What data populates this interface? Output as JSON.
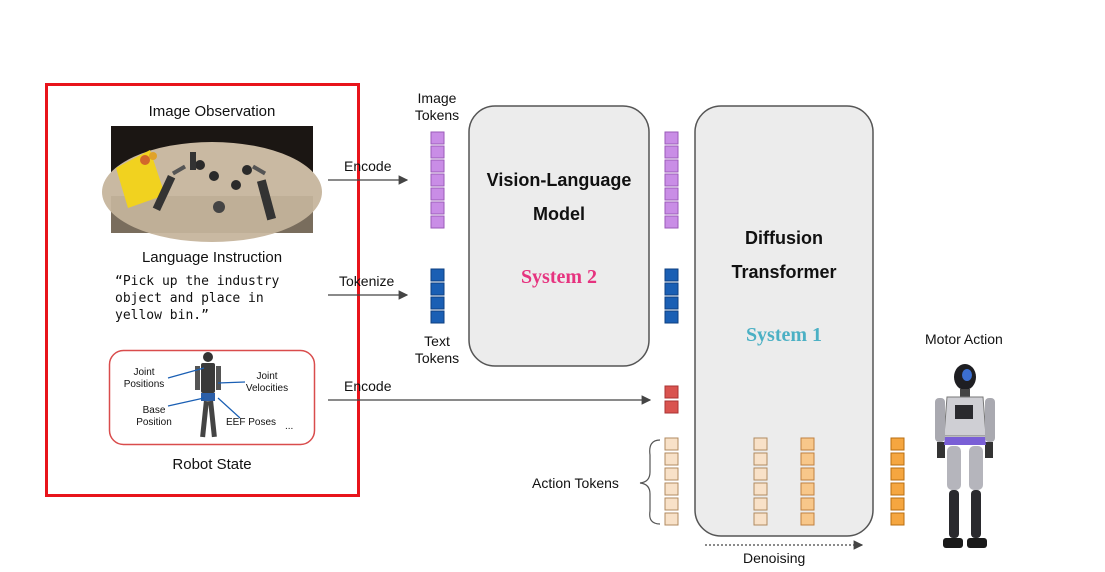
{
  "left_panel": {
    "image_title": "Image Observation",
    "language_title": "Language Instruction",
    "instruction_text": "“Pick up the industry\nobject and place in\nyellow bin.”",
    "robot_state_title": "Robot State",
    "state_labels": {
      "joint_positions": "Joint\nPositions",
      "joint_velocities": "Joint\nVelocities",
      "base_position": "Base\nPosition",
      "eef_poses": "EEF Poses",
      "ellipsis": "..."
    }
  },
  "arrows": {
    "encode_image": "Encode",
    "tokenize": "Tokenize",
    "encode_state": "Encode"
  },
  "tokens": {
    "image_tokens": "Image\nTokens",
    "text_tokens": "Text\nTokens",
    "action_tokens": "Action Tokens"
  },
  "vlm": {
    "title": "Vision-Language\nModel",
    "system": "System 2"
  },
  "dit": {
    "title": "Diffusion\nTransformer",
    "system": "System 1"
  },
  "denoising": "Denoising",
  "motor_action": "Motor Action",
  "colors": {
    "highlight": "#e8141b",
    "image_token": "#c98de6",
    "text_token": "#1a5fb4",
    "state_token": "#d9534f",
    "action_light": "#f8e1c8",
    "action_orange": "#f5a640",
    "system2": "#e6337f",
    "system1": "#4bb0c4"
  }
}
